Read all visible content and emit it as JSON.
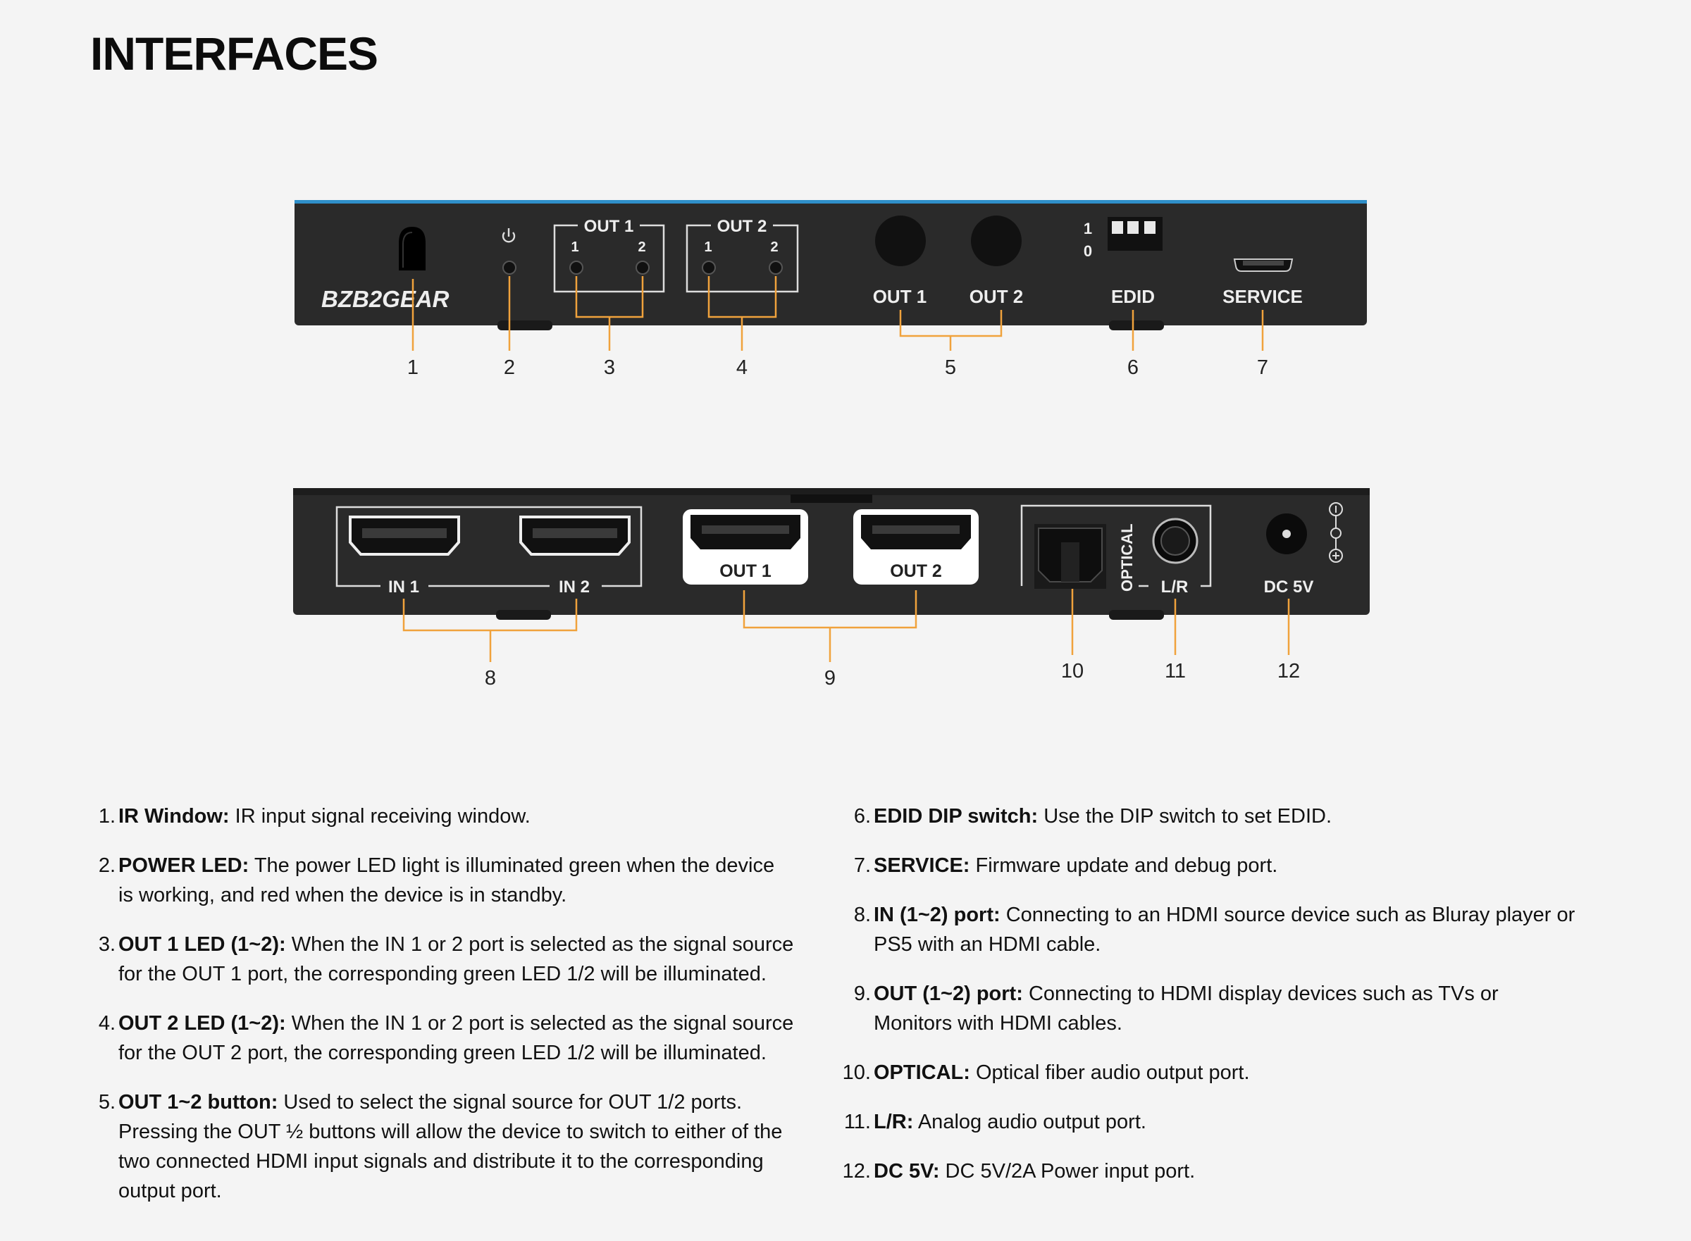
{
  "page": {
    "title": "INTERFACES"
  },
  "front_panel": {
    "brand_logo": "BZB2GEAR",
    "led_group_1": {
      "title": "OUT 1",
      "led_labels": [
        "1",
        "2"
      ]
    },
    "led_group_2": {
      "title": "OUT 2",
      "led_labels": [
        "1",
        "2"
      ]
    },
    "button_labels": [
      "OUT 1",
      "OUT 2"
    ],
    "dip_labels": [
      "1",
      "0"
    ],
    "edid_label": "EDID",
    "service_label": "SERVICE",
    "power_icon": "power-icon",
    "callouts": [
      "1",
      "2",
      "3",
      "4",
      "5",
      "6",
      "7"
    ]
  },
  "rear_panel": {
    "in_labels": [
      "IN 1",
      "IN 2"
    ],
    "out_labels": [
      "OUT 1",
      "OUT 2"
    ],
    "optical_label": "OPTICAL",
    "lr_label": "L/R",
    "dc_label": "DC 5V",
    "callouts": [
      "8",
      "9",
      "10",
      "11",
      "12"
    ]
  },
  "colors": {
    "callout": "#f0a23c",
    "panel": "#2a2a2a",
    "accent": "#2f8fc9"
  },
  "descriptions": {
    "left": [
      {
        "num": "1.",
        "term": "IR Window:",
        "text": "IR input signal receiving window."
      },
      {
        "num": "2.",
        "term": "POWER LED:",
        "text": "The power LED light is illuminated green when the device is working, and red when the device is in standby."
      },
      {
        "num": "3.",
        "term": "OUT 1 LED (1~2):",
        "text": "When the IN 1 or 2 port is selected as the signal source for the OUT 1 port, the corresponding green LED 1/2 will be illuminated."
      },
      {
        "num": "4.",
        "term": "OUT 2 LED (1~2):",
        "text": "When the IN 1 or 2 port is selected as the signal source for the OUT 2 port, the corresponding green LED 1/2 will be illuminated."
      },
      {
        "num": "5.",
        "term": "OUT 1~2 button:",
        "text": "Used to select the signal source for OUT 1/2 ports. Pressing the OUT ½ buttons will allow the device to switch to either of the two connected HDMI input signals and distribute it to the corresponding output port."
      }
    ],
    "right": [
      {
        "num": "6.",
        "term": "EDID DIP switch:",
        "text": "Use the DIP switch to set EDID."
      },
      {
        "num": "7.",
        "term": "SERVICE:",
        "text": "Firmware update and debug port."
      },
      {
        "num": "8.",
        "term": "IN (1~2) port:",
        "text": "Connecting to an HDMI source device such as Bluray player or PS5 with an HDMI cable."
      },
      {
        "num": "9.",
        "term": "OUT (1~2) port:",
        "text": "Connecting to HDMI display devices such as TVs or Monitors with HDMI cables."
      },
      {
        "num": "10.",
        "term": "OPTICAL:",
        "text": "Optical fiber audio output port."
      },
      {
        "num": "11.",
        "term": "L/R:",
        "text": "Analog audio output port."
      },
      {
        "num": "12.",
        "term": "DC 5V:",
        "text": "DC 5V/2A Power input port."
      }
    ]
  }
}
